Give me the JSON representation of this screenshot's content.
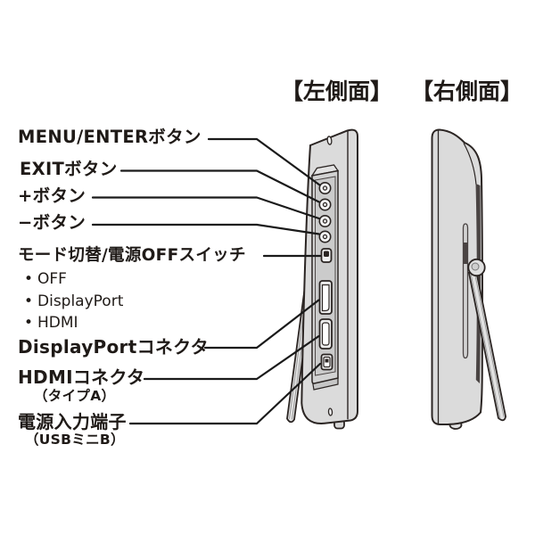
{
  "figure": {
    "left_view_title": "【左側面】",
    "right_view_title": "【右側面】"
  },
  "callouts": {
    "menu_enter": "MENU/ENTERボタン",
    "exit": "EXITボタン",
    "plus": "+ボタン",
    "minus": "−ボタン",
    "mode_switch": "モード切替/電源OFFスイッチ",
    "bullet": "•",
    "mode_options": [
      "OFF",
      "DisplayPort",
      "HDMI"
    ],
    "displayport": "DisplayPortコネクタ",
    "hdmi": "HDMIコネクタ",
    "hdmi_type": "（タイプA）",
    "power": "電源入力端子",
    "power_type": "（USBミニB）"
  },
  "colors": {
    "background": "#ffffff",
    "text": "#1f1a17",
    "outline": "#2b2523",
    "device_body": "#dbdbdb",
    "front_strip": "#e3e3e3",
    "panel_recess": "#d2d2d2",
    "panel_inner": "#cbcbcb",
    "shadow": "#4a4443",
    "leader_line": "#1a1a1a"
  }
}
